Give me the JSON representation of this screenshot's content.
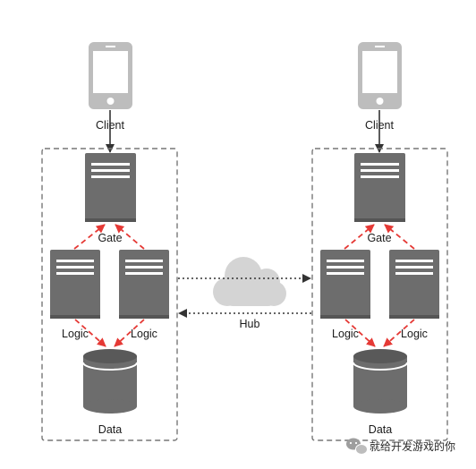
{
  "left": {
    "client_label": "Client",
    "gate_label": "Gate",
    "logic_label_1": "Logic",
    "logic_label_2": "Logic",
    "data_label": "Data"
  },
  "right": {
    "client_label": "Client",
    "gate_label": "Gate",
    "logic_label_1": "Logic",
    "logic_label_2": "Logic",
    "data_label": "Data"
  },
  "hub": {
    "label": "Hub"
  },
  "watermark": {
    "text": "就给开发游戏的你"
  },
  "colors": {
    "server": "#6d6d6d",
    "server_dark": "#555555",
    "phone": "#bdbdbd",
    "red_arrow": "#e53935",
    "dashed_border": "#777777",
    "cloud": "#d4d4d4"
  },
  "icons": [
    "phone-icon",
    "server-icon",
    "database-icon",
    "cloud-icon",
    "wechat-icon"
  ]
}
